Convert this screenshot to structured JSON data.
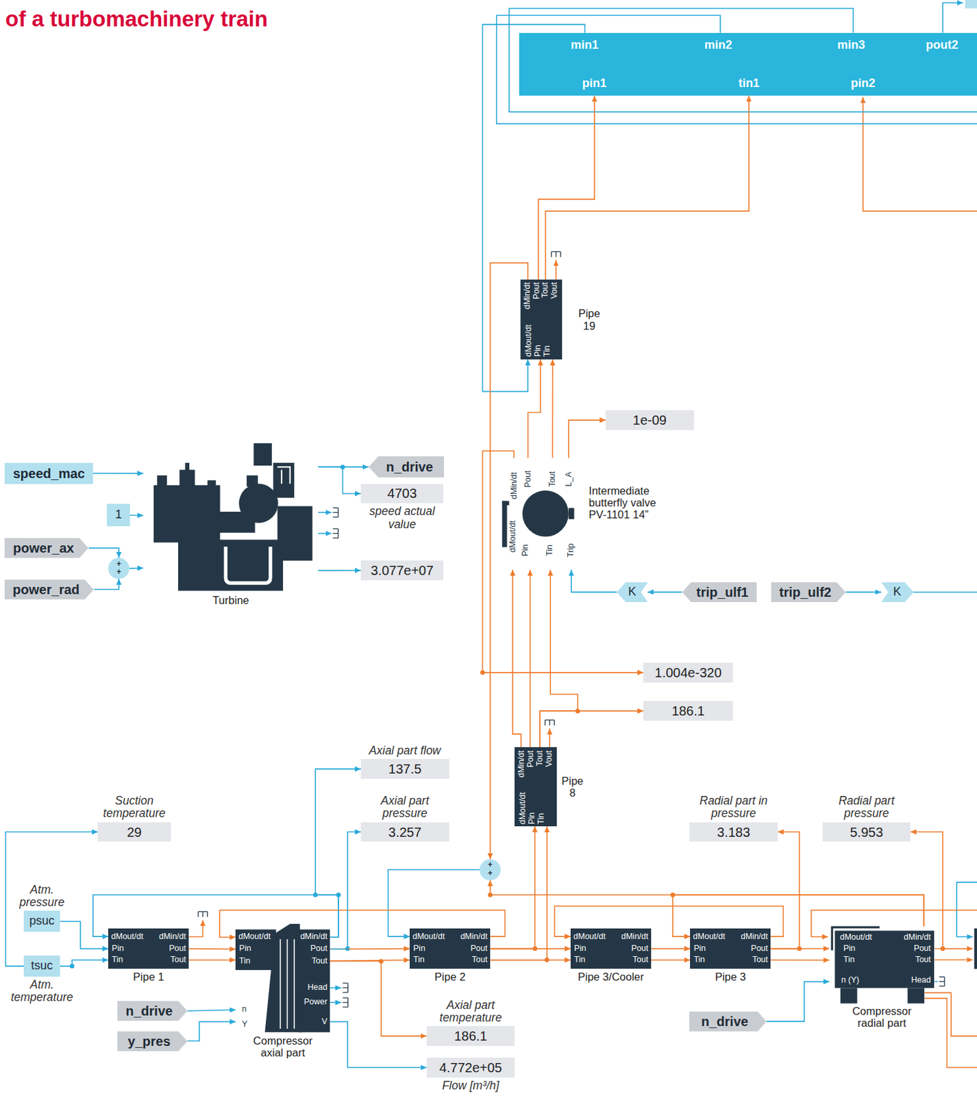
{
  "diagram": {
    "title": "of a turbomachinery train",
    "nodes": [
      {
        "text": [
          "min1",
          "min2",
          "min3",
          "pout2",
          "pin1",
          "tin1",
          "pin2"
        ]
      },
      {
        "text": [
          "dMin/dt",
          "Pout",
          "Tout",
          "Vout",
          "dMout/dt",
          "Pin",
          "Tin",
          "Pipe 19"
        ]
      },
      {
        "text": [
          "speed_mac"
        ]
      },
      {
        "text": [
          "1"
        ]
      },
      {
        "text": [
          "power_ax"
        ]
      },
      {
        "text": [
          "power_rad"
        ]
      },
      {
        "text": [
          "+",
          "+"
        ]
      },
      {
        "text": [
          "Turbine"
        ]
      },
      {
        "text": [
          "n_drive"
        ]
      },
      {
        "text": [
          "4703",
          "speed actual value"
        ]
      },
      {
        "text": [
          "3.077e+07"
        ]
      },
      {
        "text": [
          "1e-09"
        ]
      },
      {
        "text": [
          "dMin/dt",
          "Pout",
          "Tout",
          "L_A",
          "dMout/dt",
          "Pin",
          "Tin",
          "Trip",
          "Intermediate butterfly valve PV-1101 14”"
        ]
      },
      {
        "text": [
          "K"
        ]
      },
      {
        "text": [
          "trip_ulf1"
        ]
      },
      {
        "text": [
          "trip_ulf2"
        ]
      },
      {
        "text": [
          "K"
        ]
      },
      {
        "text": [
          "1.004e-320"
        ]
      },
      {
        "text": [
          "186.1"
        ]
      },
      {
        "text": [
          "dMin/dt",
          "Pout",
          "Tout",
          "Vout",
          "dMout/dt",
          "Pin",
          "Tin",
          "Pipe 8"
        ]
      },
      {
        "text": [
          "137.5",
          "Axial part flow"
        ]
      },
      {
        "text": [
          "3.257",
          "Axial part pressure"
        ]
      },
      {
        "text": [
          "29",
          "Suction temperature"
        ]
      },
      {
        "text": [
          "3.183",
          "Radial part in pressure"
        ]
      },
      {
        "text": [
          "5.953",
          "Radial part pressure"
        ]
      },
      {
        "text": [
          "+",
          "+"
        ]
      },
      {
        "text": [
          "psuc",
          "Atm. pressure"
        ]
      },
      {
        "text": [
          "tsuc",
          "Atm. temperature"
        ]
      },
      {
        "text": [
          "dMout/dt",
          "dMin/dt",
          "Pin",
          "Pout",
          "Tin",
          "Tout",
          "Pipe 1"
        ]
      },
      {
        "text": [
          "dMout/dt",
          "dMin/dt",
          "Pin",
          "Pout",
          "Tin",
          "Tout",
          "Head",
          "Power",
          "n",
          "Y",
          "V",
          "Compressor axial part"
        ]
      },
      {
        "text": [
          "dMout/dt",
          "dMin/dt",
          "Pin",
          "Pout",
          "Tin",
          "Tout",
          "Pipe 2"
        ]
      },
      {
        "text": [
          "dMout/dt",
          "dMin/dt",
          "Pin",
          "Pout",
          "Tin",
          "Tout",
          "Pipe 3/Cooler"
        ]
      },
      {
        "text": [
          "dMout/dt",
          "dMin/dt",
          "Pin",
          "Pout",
          "Tin",
          "Tout",
          "Pipe 3"
        ]
      },
      {
        "text": [
          "dMout/dt",
          "dMin/dt",
          "Pin",
          "Pout",
          "Tin",
          "Tout",
          "n (Y)",
          "Head",
          "Compressor radial part"
        ]
      },
      {
        "text": [
          "n_drive"
        ]
      },
      {
        "text": [
          "y_pres"
        ]
      },
      {
        "text": [
          "n_drive"
        ]
      },
      {
        "text": [
          "186.1",
          "Axial part temperature"
        ]
      },
      {
        "text": [
          "4.772e+05",
          "Flow [m³/h]"
        ]
      }
    ],
    "edges": [
      {
        "from": 2,
        "to": 7,
        "arrow": "to"
      },
      {
        "from": 3,
        "to": 7,
        "arrow": "to"
      },
      {
        "from": 4,
        "to": 6,
        "arrow": "to"
      },
      {
        "from": 5,
        "to": 6,
        "arrow": "to"
      },
      {
        "from": 6,
        "to": 7,
        "arrow": "to"
      },
      {
        "from": 7,
        "to": 8,
        "arrow": "to"
      },
      {
        "from": 7,
        "to": 9,
        "arrow": "to"
      },
      {
        "from": 7,
        "to": 10,
        "arrow": "to"
      },
      {
        "from": 12,
        "to": 11,
        "arrow": "to"
      },
      {
        "from": 14,
        "to": 13,
        "arrow": "to"
      },
      {
        "from": 13,
        "to": 12,
        "arrow": "to"
      },
      {
        "from": 15,
        "to": 16,
        "arrow": "to"
      },
      {
        "from": 12,
        "to": 1,
        "arrow": "to"
      },
      {
        "from": 12,
        "to": 1,
        "arrow": "to"
      },
      {
        "from": 1,
        "to": 0,
        "arrow": "to"
      },
      {
        "from": 1,
        "to": 0,
        "arrow": "to"
      },
      {
        "from": 0,
        "to": 1,
        "arrow": "to"
      },
      {
        "from": 1,
        "to": 25,
        "arrow": "to"
      },
      {
        "from": 12,
        "to": 17,
        "arrow": "to"
      },
      {
        "from": 19,
        "to": 12,
        "arrow": "to"
      },
      {
        "from": 19,
        "to": 12,
        "arrow": "to"
      },
      {
        "from": 19,
        "to": 18,
        "arrow": "to"
      },
      {
        "from": 19,
        "to": 12,
        "arrow": "to"
      },
      {
        "from": 30,
        "to": 19,
        "arrow": "to"
      },
      {
        "from": 30,
        "to": 19,
        "arrow": "to"
      },
      {
        "from": 25,
        "to": 30,
        "arrow": "to"
      },
      {
        "from": 33,
        "to": 25,
        "arrow": "to"
      },
      {
        "from": 28,
        "to": 29,
        "arrow": "to"
      },
      {
        "from": 28,
        "to": 29,
        "arrow": "to"
      },
      {
        "from": 29,
        "to": 28,
        "arrow": "to"
      },
      {
        "from": 30,
        "to": 29,
        "arrow": "to"
      },
      {
        "from": 29,
        "to": 30,
        "arrow": "to"
      },
      {
        "from": 29,
        "to": 30,
        "arrow": "to"
      },
      {
        "from": 29,
        "to": 20,
        "arrow": "to"
      },
      {
        "from": 29,
        "to": 21,
        "arrow": "to"
      },
      {
        "from": 29,
        "to": 37,
        "arrow": "to"
      },
      {
        "from": 29,
        "to": 38,
        "arrow": "to"
      },
      {
        "from": 26,
        "to": 28,
        "arrow": "to"
      },
      {
        "from": 27,
        "to": 28,
        "arrow": "to"
      },
      {
        "from": 27,
        "to": 22,
        "arrow": "to"
      },
      {
        "from": 34,
        "to": 29,
        "arrow": "to"
      },
      {
        "from": 35,
        "to": 29,
        "arrow": "to"
      },
      {
        "from": 30,
        "to": 31,
        "arrow": "to"
      },
      {
        "from": 30,
        "to": 31,
        "arrow": "to"
      },
      {
        "from": 32,
        "to": 31,
        "arrow": "to"
      },
      {
        "from": 33,
        "to": 32,
        "arrow": "to"
      },
      {
        "from": 31,
        "to": 32,
        "arrow": "to"
      },
      {
        "from": 31,
        "to": 32,
        "arrow": "to"
      },
      {
        "from": 32,
        "to": 33,
        "arrow": "to"
      },
      {
        "from": 32,
        "to": 33,
        "arrow": "to"
      },
      {
        "from": 32,
        "to": 23,
        "arrow": "to"
      },
      {
        "from": 33,
        "to": 24,
        "arrow": "to"
      },
      {
        "from": 36,
        "to": 33,
        "arrow": "to"
      }
    ]
  }
}
